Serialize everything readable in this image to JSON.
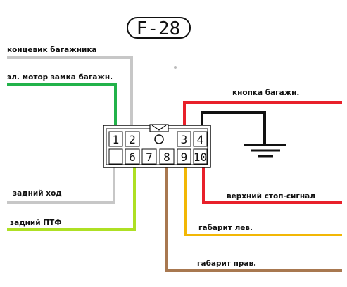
{
  "title": "F-28",
  "pins": [
    "1",
    "2",
    "3",
    "4",
    "6",
    "7",
    "8",
    "9",
    "10"
  ],
  "wires": {
    "trunk_switch": {
      "label": "концевик багажника",
      "pin": "2",
      "color": "#c7c7c7"
    },
    "trunk_lock_motor": {
      "label": "эл. мотор замка багажн.",
      "pin": "1",
      "color": "#22b24a"
    },
    "trunk_button": {
      "label": "кнопка багажн.",
      "pin": "3",
      "color": "#e8202a"
    },
    "ground": {
      "label": "",
      "pin": "4",
      "color": "#111111"
    },
    "reverse": {
      "label": "задний ход",
      "pin": "5",
      "color": "#c7c7c7"
    },
    "rear_fog": {
      "label": "задний ПТФ",
      "pin": "6",
      "color": "#aee024"
    },
    "brake_light": {
      "label": "верхний стоп-сигнал",
      "pin": "10",
      "color": "#e8202a"
    },
    "parking_left": {
      "label": "габарит лев.",
      "pin": "9",
      "color": "#f2b705"
    },
    "parking_right": {
      "label": "габарит прав.",
      "pin": "8",
      "color": "#a87850"
    }
  }
}
